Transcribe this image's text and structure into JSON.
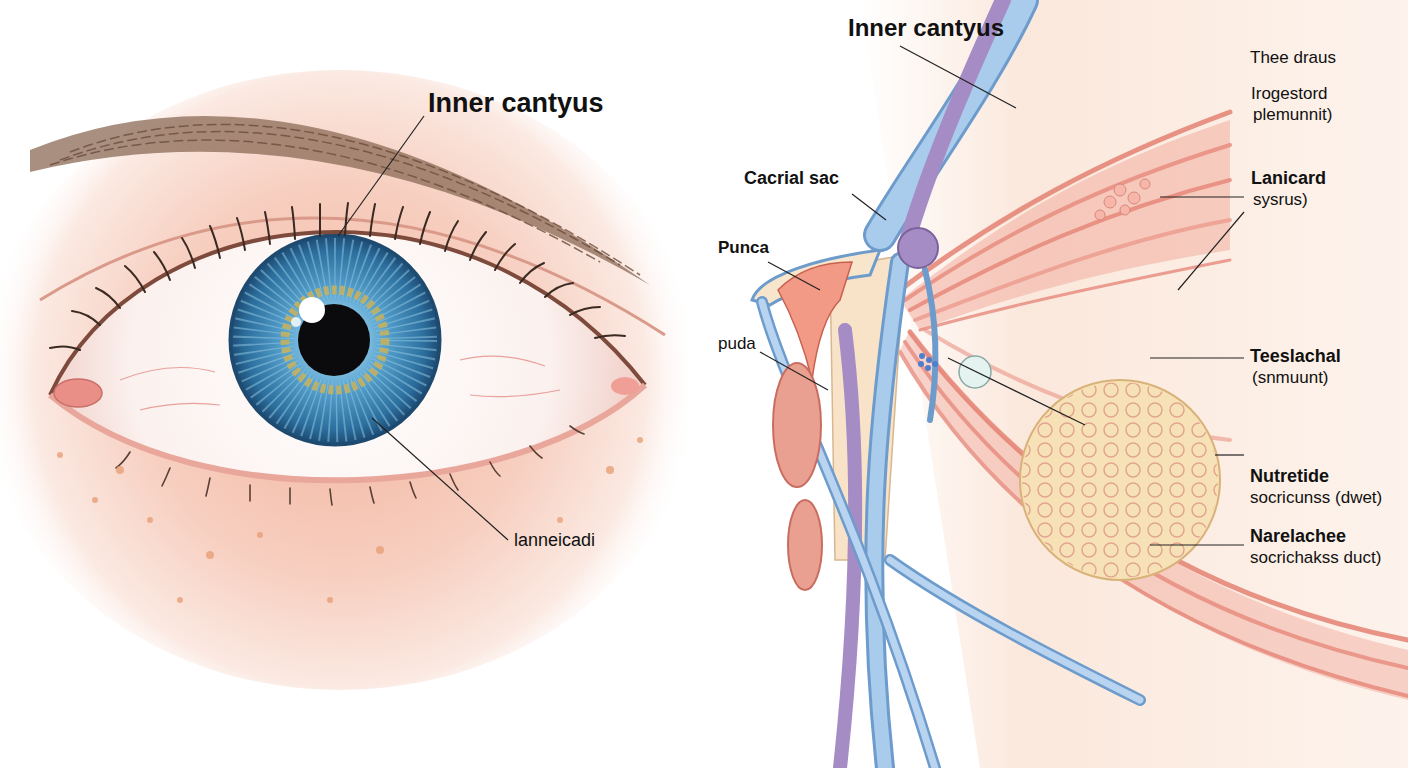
{
  "diagram": {
    "labels": [
      "Inner cantyus",
      "lanneicadi",
      "Inner cantyus",
      "Cacrial sac",
      "Punca",
      "puda",
      "Thee draus",
      "Irogestord",
      "plemunnit)",
      "Lanicard",
      "sysrus)",
      "Teeslachal",
      "(snmuunt)",
      "Nutretide",
      "socricunss (dwet)",
      "Narelachee",
      "socrichakss duct)"
    ]
  }
}
